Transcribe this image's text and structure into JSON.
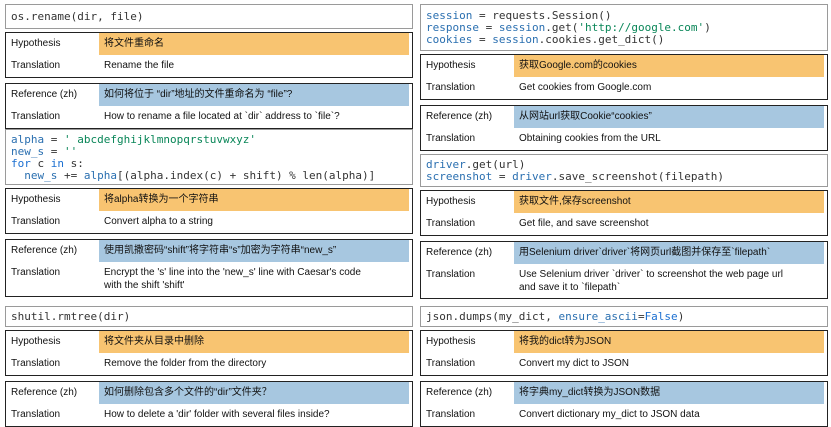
{
  "labels": {
    "hypothesis": "Hypothesis",
    "translation": "Translation",
    "reference": "Reference (zh)"
  },
  "examples": [
    {
      "code_lines": [
        "os.rename(dir, file)"
      ],
      "hypothesis": "将文件重命名",
      "hypothesis_translation": "Rename the file",
      "reference": "如何将位于 “dir”地址的文件重命名为 “file”?",
      "reference_translation": "How to rename a file located at `dir` address to `file`?"
    },
    {
      "code_lines": [
        "alpha = ' abcdefghijklmnopqrstuvwxyz'",
        "new_s = ''",
        "for c in s:",
        "  new_s += alpha[(alpha.index(c) + shift) % len(alpha)]"
      ],
      "hypothesis": "将alpha转换为一个字符串",
      "hypothesis_translation": "Convert alpha to a string",
      "reference": "使用凯撒密码“shift”将字符串“s”加密为字符串“new_s”",
      "reference_translation_1": "Encrypt the 's' line into the 'new_s' line with Caesar's code",
      "reference_translation_2": "with the shift 'shift'"
    },
    {
      "code_lines": [
        "shutil.rmtree(dir)"
      ],
      "hypothesis": "将文件夹从目录中删除",
      "hypothesis_translation": "Remove the folder from the directory",
      "reference": "如何删除包含多个文件的“dir”文件夹？",
      "reference_translation": "How to delete a 'dir' folder with several files inside?"
    },
    {
      "code_lines": [
        "session = requests.Session()",
        "response = session.get('http://google.com')",
        "cookies = session.cookies.get_dict()"
      ],
      "hypothesis": "获取Google.com的cookies",
      "hypothesis_translation": "Get cookies from Google.com",
      "reference": "从网站url获取Cookie“cookies”",
      "reference_translation": "Obtaining cookies from the URL"
    },
    {
      "code_lines": [
        "driver.get(url)",
        "screenshot = driver.save_screenshot(filepath)"
      ],
      "hypothesis": "获取文件,保存screenshot",
      "hypothesis_translation": "Get file, and save screenshot",
      "reference": "用Selenium driver`driver`将网页url截图并保存至`filepath`",
      "reference_translation_1": "Use Selenium driver `driver` to screenshot the web page url",
      "reference_translation_2": "and save it to `filepath`"
    },
    {
      "code_lines": [
        "json.dumps(my_dict, ensure_ascii=False)"
      ],
      "hypothesis": "将我的dict转为JSON",
      "hypothesis_translation": "Convert my dict to JSON",
      "reference": "将字典my_dict转换为JSON数据",
      "reference_translation": "Convert dictionary my_dict to JSON data"
    }
  ]
}
